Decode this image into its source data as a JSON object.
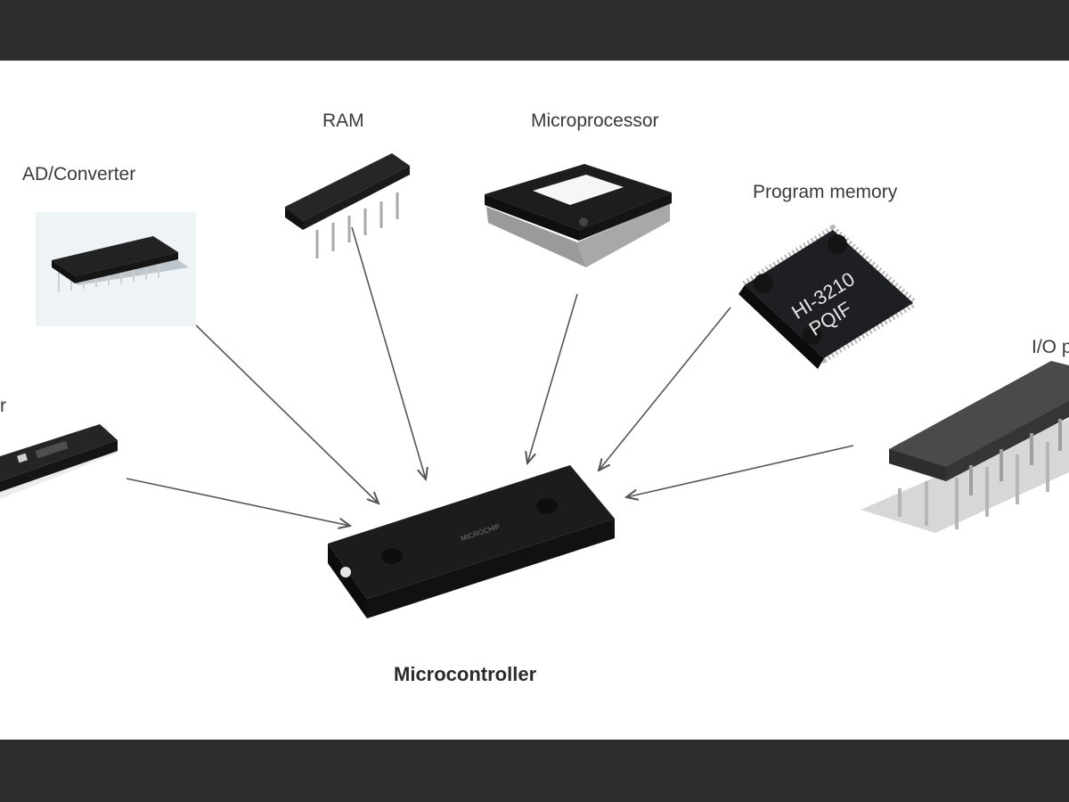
{
  "diagram": {
    "center": {
      "label": "Microcontroller",
      "chip_marking": "MICROCHIP"
    },
    "components": [
      {
        "id": "ad-converter",
        "label": "AD/Converter"
      },
      {
        "id": "ram",
        "label": "RAM"
      },
      {
        "id": "microprocessor",
        "label": "Microprocessor"
      },
      {
        "id": "program-memory",
        "label": "Program memory",
        "chip_marking": [
          "HI-3210",
          "PQIF"
        ]
      },
      {
        "id": "io-port",
        "label": "I/O p"
      },
      {
        "id": "timer",
        "label": "r"
      }
    ]
  },
  "colors": {
    "frame": "#2e2e2e",
    "chip": "#1c1c1c",
    "pin": "#b8b8b8",
    "arrow": "#555555"
  }
}
